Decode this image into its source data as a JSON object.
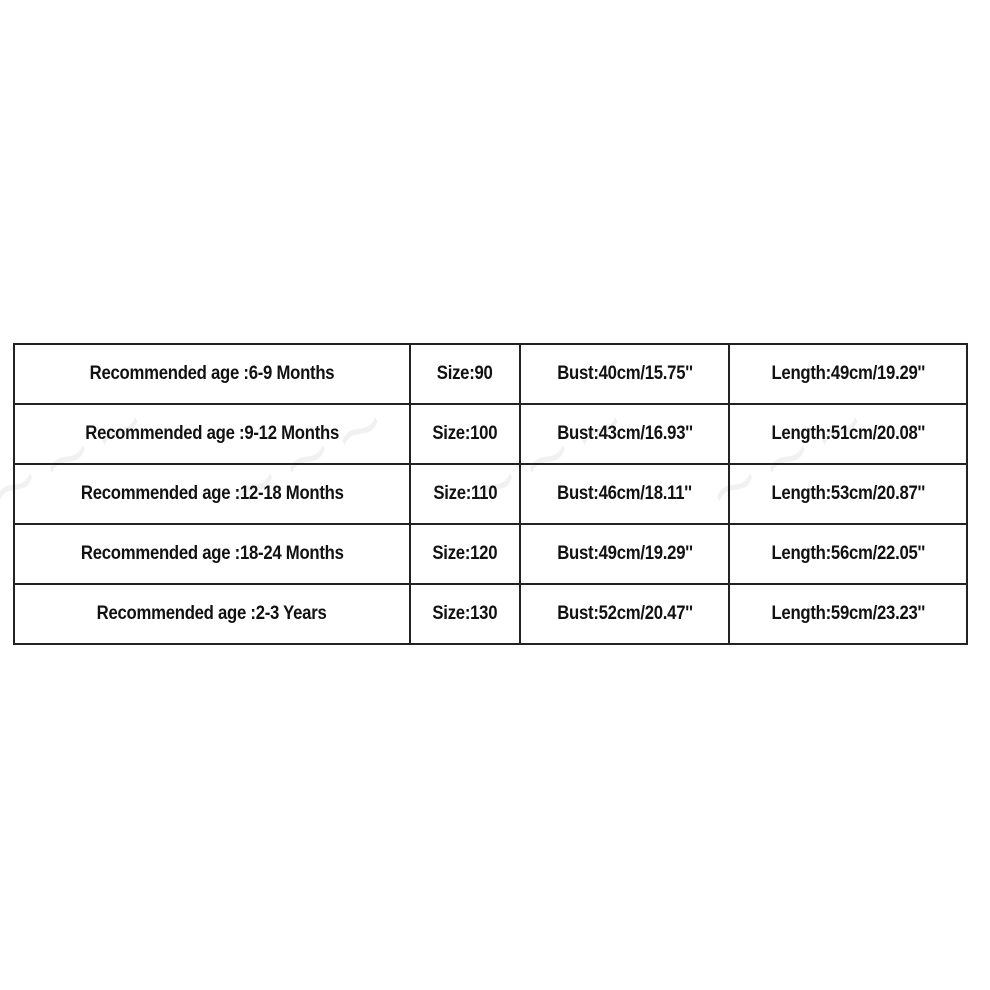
{
  "size_chart": {
    "rows": [
      {
        "age": "Recommended age :6-9 Months",
        "size": "Size:90",
        "bust": "Bust:40cm/15.75''",
        "length": "Length:49cm/19.29''"
      },
      {
        "age": "Recommended age :9-12 Months",
        "size": "Size:100",
        "bust": "Bust:43cm/16.93''",
        "length": "Length:51cm/20.08''"
      },
      {
        "age": "Recommended age :12-18 Months",
        "size": "Size:110",
        "bust": "Bust:46cm/18.11''",
        "length": "Length:53cm/20.87''"
      },
      {
        "age": "Recommended age :18-24 Months",
        "size": "Size:120",
        "bust": "Bust:49cm/19.29''",
        "length": "Length:56cm/22.05''"
      },
      {
        "age": "Recommended age :2-3 Years",
        "size": "Size:130",
        "bust": "Bust:52cm/20.47''",
        "length": "Length:59cm/23.23''"
      }
    ]
  },
  "colors": {
    "border": "#222222",
    "text": "#111111",
    "background": "#ffffff",
    "watermark": "#f1f1f1"
  }
}
